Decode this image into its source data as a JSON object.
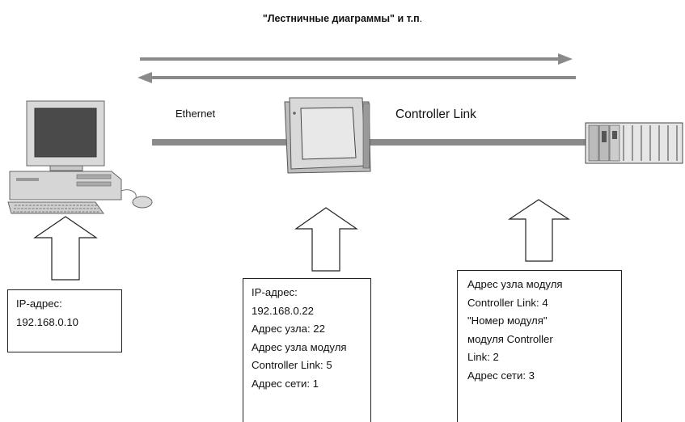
{
  "title": "\"Лестничные диаграммы\" и т.п",
  "title_suffix": ".",
  "links": {
    "ethernet": "Ethernet",
    "controller_link": "Controller Link"
  },
  "pc_info": {
    "lines": [
      "IP-адрес:",
      "192.168.0.10"
    ]
  },
  "hmi_info": {
    "lines": [
      "IP-адрес:",
      "192.168.0.22",
      "Адрес узла: 22",
      "Адрес узла модуля",
      "Controller Link: 5",
      "Адрес сети: 1"
    ]
  },
  "plc_info": {
    "lines": [
      "Адрес узла модуля",
      "Controller Link: 4",
      "\"Номер модуля\"",
      "модуля Controller",
      "Link: 2",
      "Адрес сети: 3"
    ]
  },
  "colors": {
    "line": "#8a8a8a",
    "arrow_outline": "#222222",
    "device_body": "#d9d9d9",
    "screen": "#4a4a4a"
  },
  "icons": [
    "desktop-computer-icon",
    "touch-panel-icon",
    "plc-rack-icon",
    "up-arrow-icon"
  ]
}
